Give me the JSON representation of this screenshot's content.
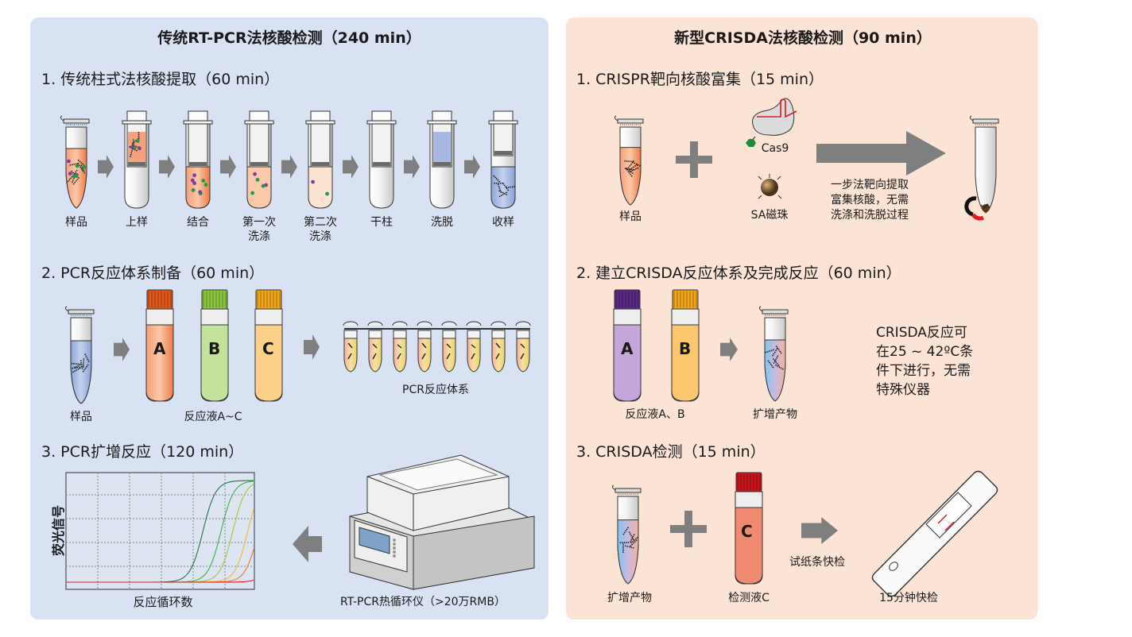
{
  "left": {
    "title": "传统RT-PCR法核酸检测（240 min）",
    "step1": {
      "heading": "1. 传统柱式法核酸提取（60 min）",
      "labels": [
        "样品",
        "上样",
        "结合",
        "第一次",
        "第二次",
        "干柱",
        "洗脱",
        "收样"
      ],
      "labels_line2": [
        "洗涤",
        "洗涤"
      ]
    },
    "step2": {
      "heading": "2. PCR反应体系制备（60 min）",
      "sample_label": "样品",
      "tube_letters": [
        "A",
        "B",
        "C"
      ],
      "reagents_label": "反应液A~C",
      "strip_label": "PCR反应体系"
    },
    "step3": {
      "heading": "3. PCR扩增反应（120 min）",
      "chart_ylabel": "荧光信号",
      "chart_xlabel": "反应循环数",
      "device_label": "RT-PCR热循环仪（>20万RMB）"
    }
  },
  "right": {
    "title": "新型CRISDA法核酸检测（90 min）",
    "step1": {
      "heading": "1. CRISPR靶向核酸富集（15 min）",
      "sample_label": "样品",
      "cas9_label": "Cas9",
      "beads_label": "SA磁珠",
      "note": [
        "一步法靶向提取",
        "富集核酸，无需",
        "洗涤和洗脱过程"
      ]
    },
    "step2": {
      "heading": "2. 建立CRISDA反应体系及完成反应（60 min）",
      "tube_letters": [
        "A",
        "B"
      ],
      "reagents_label": "反应液A、B",
      "product_label": "扩增产物",
      "note": [
        "CRISDA反应可",
        "在25 ~ 42ºC条",
        "件下进行，无需",
        "特殊仪器"
      ]
    },
    "step3": {
      "heading": "3. CRISDA检测（15 min）",
      "product_label": "扩增产物",
      "tube_letter": "C",
      "detect_label": "检测液C",
      "arrow_label": "试纸条快检",
      "strip_label": "15分钟快检"
    }
  },
  "colors": {
    "left_bg": "#d9e2f3",
    "right_bg": "#fbe3d6",
    "arrow": "#7f7f7f"
  }
}
